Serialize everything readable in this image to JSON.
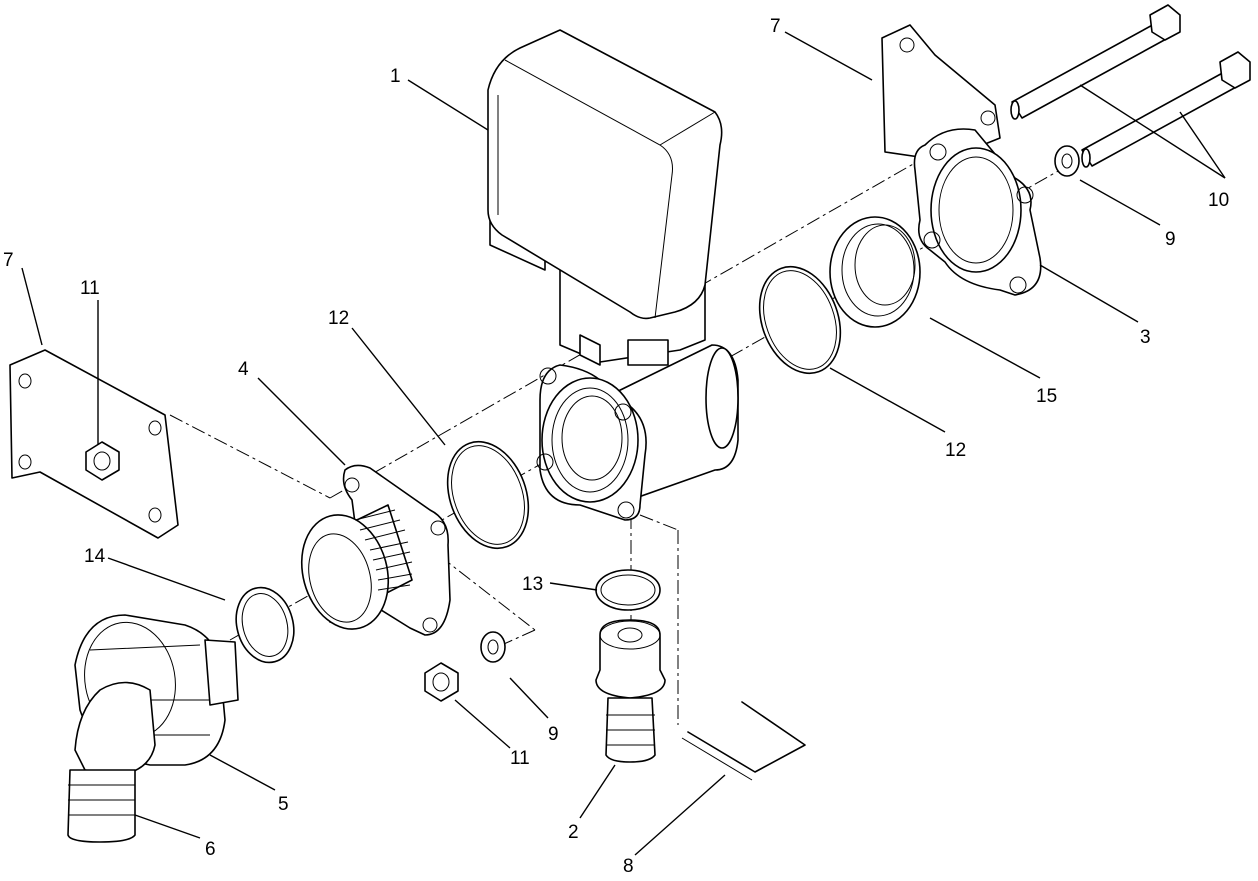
{
  "callouts": {
    "c1": "1",
    "c2": "2",
    "c3": "3",
    "c4": "4",
    "c5": "5",
    "c6": "6",
    "c7_left": "7",
    "c7_right": "7",
    "c8": "8",
    "c9_right": "9",
    "c9_lower": "9",
    "c10": "10",
    "c11_left": "11",
    "c11_lower": "11",
    "c12_left": "12",
    "c12_right": "12",
    "c13": "13",
    "c14": "14",
    "c15": "15"
  }
}
